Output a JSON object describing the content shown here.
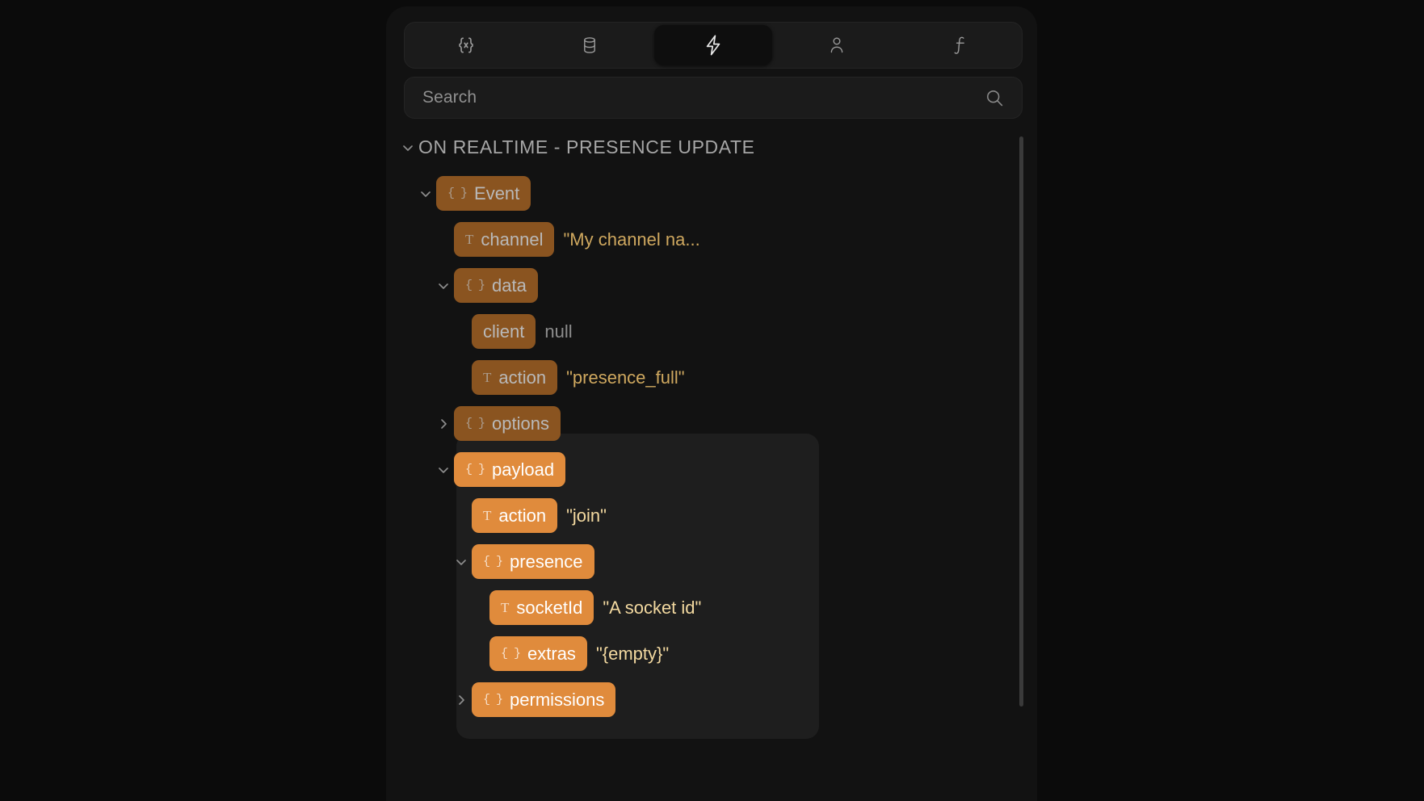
{
  "window": {
    "background": "#0b0b0b",
    "panel_background": "#121212"
  },
  "tabs": [
    {
      "id": "variables",
      "icon": "braces-x-icon",
      "glyph": "(x)",
      "active": false
    },
    {
      "id": "database",
      "icon": "database-icon",
      "glyph": "db",
      "active": false
    },
    {
      "id": "events",
      "icon": "lightning-bolt-icon",
      "glyph": "bolt",
      "active": true
    },
    {
      "id": "user",
      "icon": "user-icon",
      "glyph": "user",
      "active": false
    },
    {
      "id": "functions",
      "icon": "function-f-icon",
      "glyph": "f",
      "active": false
    }
  ],
  "search": {
    "placeholder": "Search",
    "value": "",
    "icon": "search-icon"
  },
  "tree": {
    "group_label": "ON REALTIME - PRESENCE UPDATE",
    "group_expanded": true,
    "nodes": [
      {
        "id": "event",
        "indent": 1,
        "caret": "down",
        "type": "object",
        "type_glyph": "{ }",
        "label": "Event",
        "value": "",
        "value_kind": "none",
        "highlight": false
      },
      {
        "id": "channel",
        "indent": 2,
        "caret": "none",
        "type": "text",
        "type_glyph": "T",
        "label": "channel",
        "value": "\"My channel na...",
        "value_kind": "string",
        "highlight": false
      },
      {
        "id": "data",
        "indent": 2,
        "caret": "down",
        "type": "object",
        "type_glyph": "{ }",
        "label": "data",
        "value": "",
        "value_kind": "none",
        "highlight": false
      },
      {
        "id": "client",
        "indent": 3,
        "caret": "none",
        "type": "none",
        "type_glyph": "",
        "label": "client",
        "value": "null",
        "value_kind": "null",
        "highlight": false
      },
      {
        "id": "action-data",
        "indent": 3,
        "caret": "none",
        "type": "text",
        "type_glyph": "T",
        "label": "action",
        "value": "\"presence_full\"",
        "value_kind": "string",
        "highlight": false
      },
      {
        "id": "options",
        "indent": 2,
        "caret": "right",
        "type": "object",
        "type_glyph": "{ }",
        "label": "options",
        "value": "",
        "value_kind": "none",
        "highlight": false
      },
      {
        "id": "payload",
        "indent": 2,
        "caret": "down",
        "type": "object",
        "type_glyph": "{ }",
        "label": "payload",
        "value": "",
        "value_kind": "none",
        "highlight": true
      },
      {
        "id": "action-pl",
        "indent": 3,
        "caret": "none",
        "type": "text",
        "type_glyph": "T",
        "label": "action",
        "value": "\"join\"",
        "value_kind": "string",
        "highlight": true
      },
      {
        "id": "presence",
        "indent": 3,
        "caret": "down",
        "type": "object",
        "type_glyph": "{ }",
        "label": "presence",
        "value": "",
        "value_kind": "none",
        "highlight": true
      },
      {
        "id": "socketId",
        "indent": 4,
        "caret": "none",
        "type": "text",
        "type_glyph": "T",
        "label": "socketId",
        "value": "\"A socket id\"",
        "value_kind": "string",
        "highlight": true
      },
      {
        "id": "extras",
        "indent": 4,
        "caret": "none",
        "type": "object",
        "type_glyph": "{ }",
        "label": "extras",
        "value": "\"{empty}\"",
        "value_kind": "string",
        "highlight": true
      },
      {
        "id": "permissions",
        "indent": 3,
        "caret": "right",
        "type": "object",
        "type_glyph": "{ }",
        "label": "permissions",
        "value": "",
        "value_kind": "none",
        "highlight": true
      }
    ]
  },
  "colors": {
    "chip_dim": "#8a5420",
    "chip_highlight": "#e08b3c",
    "value_string": "#cfa85f",
    "value_string_highlight": "#f3d9a0",
    "value_null": "#8d8d8d",
    "panel": "#121212",
    "highlight_panel": "#1e1e1e"
  },
  "scrollbar": {
    "orientation": "vertical",
    "visible": true
  }
}
